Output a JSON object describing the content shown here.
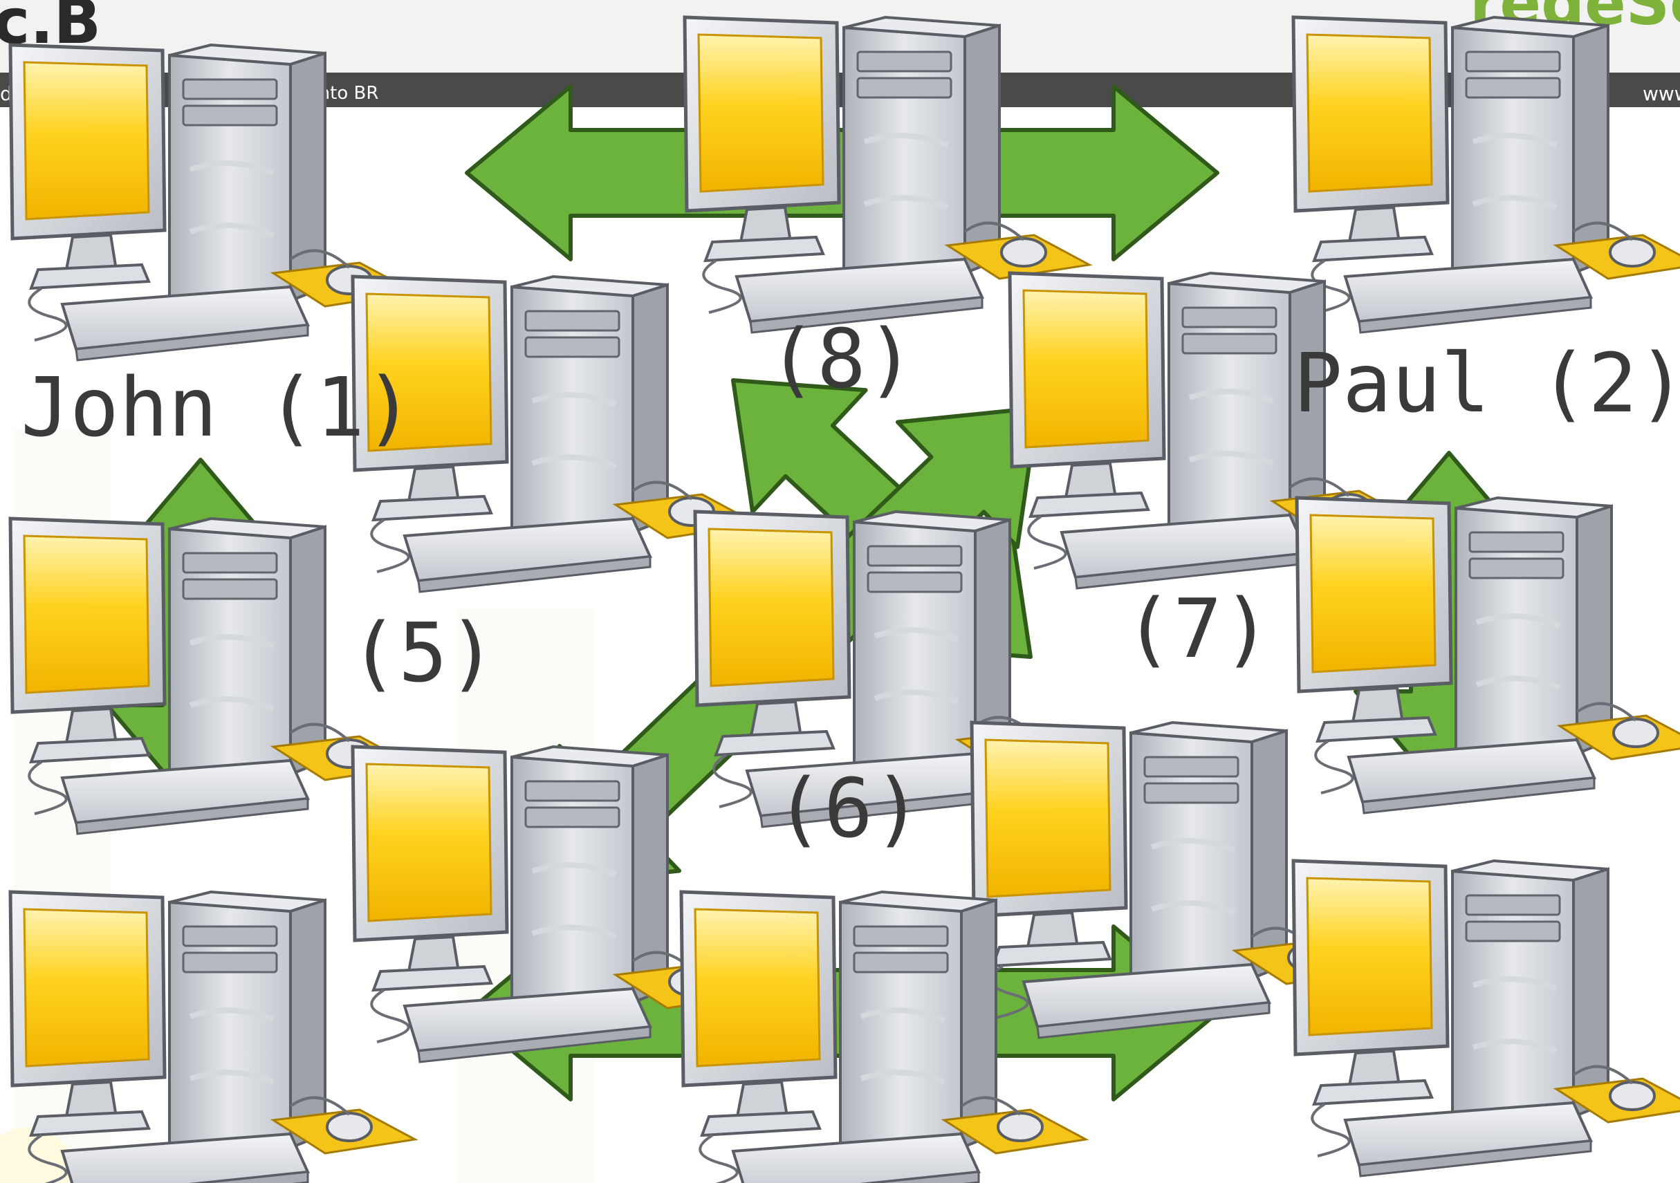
{
  "banner": {
    "left_logo": "c.B",
    "left_caption": "de",
    "mid_caption": "Ponto BR",
    "right_logo": "redeSorc",
    "right_caption": "www"
  },
  "labels": {
    "john": "John (1)",
    "paul": "Paul (2)",
    "n5": "(5)",
    "n6": "(6)",
    "n7": "(7)",
    "n8": "(8)"
  },
  "colors": {
    "arrow_fill": "#6cb33e",
    "arrow_stroke": "#2f5a1a",
    "screen": "#ffd21f",
    "case": "#c9cdd3",
    "mousepad": "#f5c419",
    "banner_bar": "#4a4a4a",
    "brand_green": "#7fb23a"
  },
  "icons": [
    "computer-icon",
    "double-arrow-icon"
  ]
}
